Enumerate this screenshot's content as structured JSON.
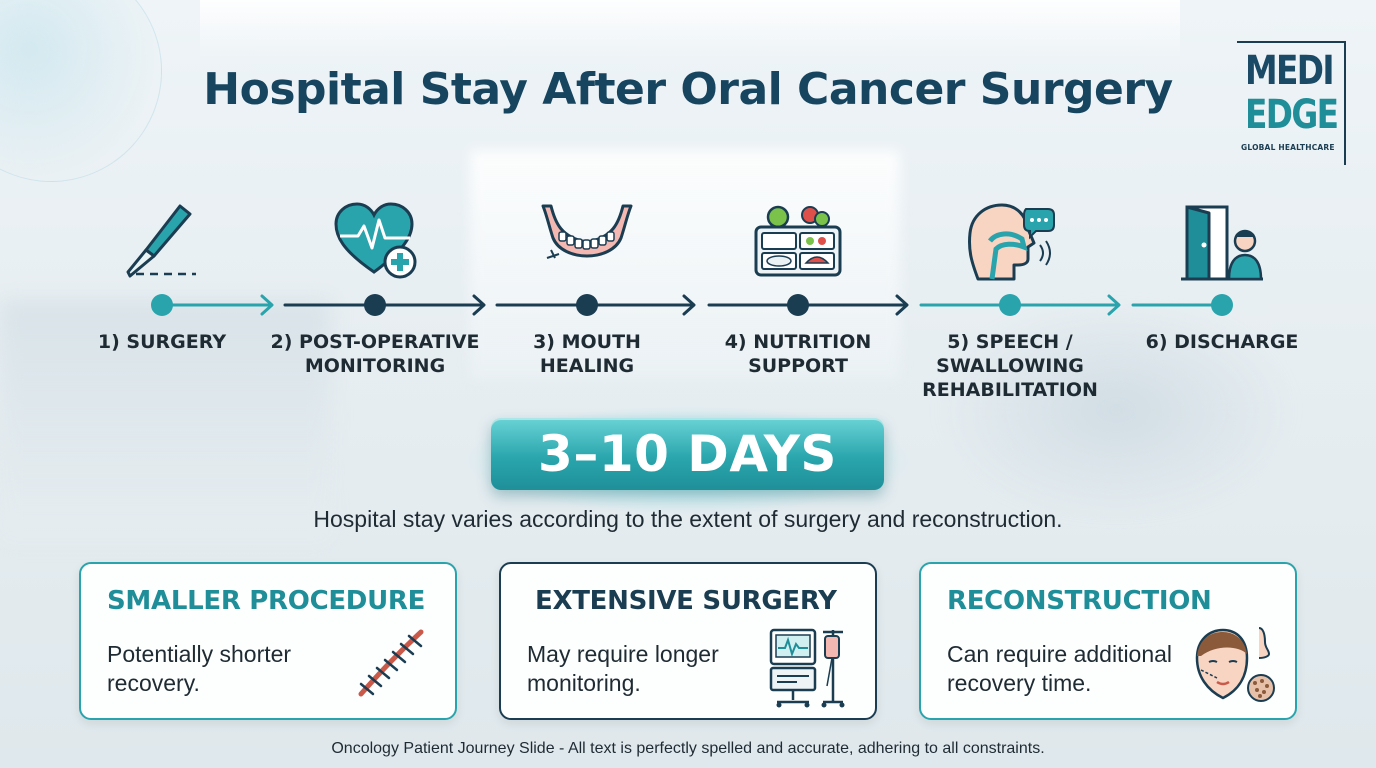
{
  "title": "Hospital Stay After Oral Cancer Surgery",
  "logo": {
    "line1": "MEDI",
    "line2": "EDGE",
    "tagline": "GLOBAL HEALTHCARE"
  },
  "steps": [
    {
      "label_line1": "1) SURGERY",
      "label_line2": "",
      "label_line3": "",
      "icon": "scalpel-icon"
    },
    {
      "label_line1": "2) POST-OPERATIVE",
      "label_line2": "MONITORING",
      "label_line3": "",
      "icon": "heart-monitor-icon"
    },
    {
      "label_line1": "3) MOUTH",
      "label_line2": "HEALING",
      "label_line3": "",
      "icon": "jaw-icon"
    },
    {
      "label_line1": "4) NUTRITION",
      "label_line2": "SUPPORT",
      "label_line3": "",
      "icon": "meal-tray-icon"
    },
    {
      "label_line1": "5) SPEECH /",
      "label_line2": "SWALLOWING",
      "label_line3": "REHABILITATION",
      "icon": "speech-head-icon"
    },
    {
      "label_line1": "6) DISCHARGE",
      "label_line2": "",
      "label_line3": "",
      "icon": "exit-door-icon"
    }
  ],
  "days": "3–10 DAYS",
  "subtitle": "Hospital stay varies according to the extent of surgery and reconstruction.",
  "cards": [
    {
      "title": "SMALLER PROCEDURE",
      "text": "Potentially shorter recovery.",
      "icon": "sutured-incision-icon"
    },
    {
      "title": "EXTENSIVE SURGERY",
      "text": "May require longer monitoring.",
      "icon": "patient-monitor-icon"
    },
    {
      "title": "RECONSTRUCTION",
      "text": "Can require additional recovery time.",
      "icon": "face-reconstruction-icon"
    }
  ],
  "footer": "Oncology Patient Journey Slide - All text is perfectly spelled and accurate, adhering to all constraints.",
  "colors": {
    "teal": "#2aa4ac",
    "navy": "#1b3d52",
    "title": "#17455f",
    "text": "#1f2b33"
  }
}
